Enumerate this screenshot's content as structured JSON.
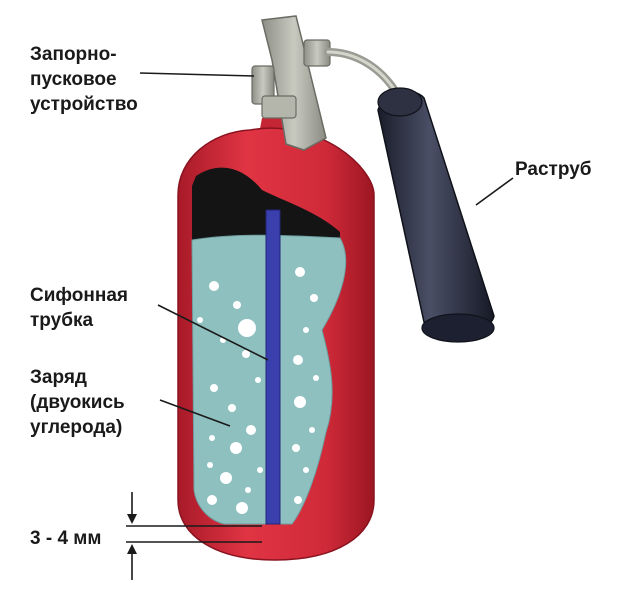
{
  "labels": {
    "valve": {
      "line1": "Запорно-",
      "line2": "пусковое",
      "line3": "устройство"
    },
    "nozzle": "Раструб",
    "siphon": {
      "line1": "Сифонная",
      "line2": "трубка"
    },
    "charge": {
      "line1": "Заряд",
      "line2": "(двуокись",
      "line3": "углерода)"
    },
    "gap": "3 - 4 мм"
  },
  "colors": {
    "body_red": "#d42a38",
    "liquid": "#8fc0c0",
    "gas": "#141414",
    "siphon_tube": "#3a3fae",
    "nozzle_cone": "#262a3a",
    "valve_metal": "#a7a9a0"
  }
}
